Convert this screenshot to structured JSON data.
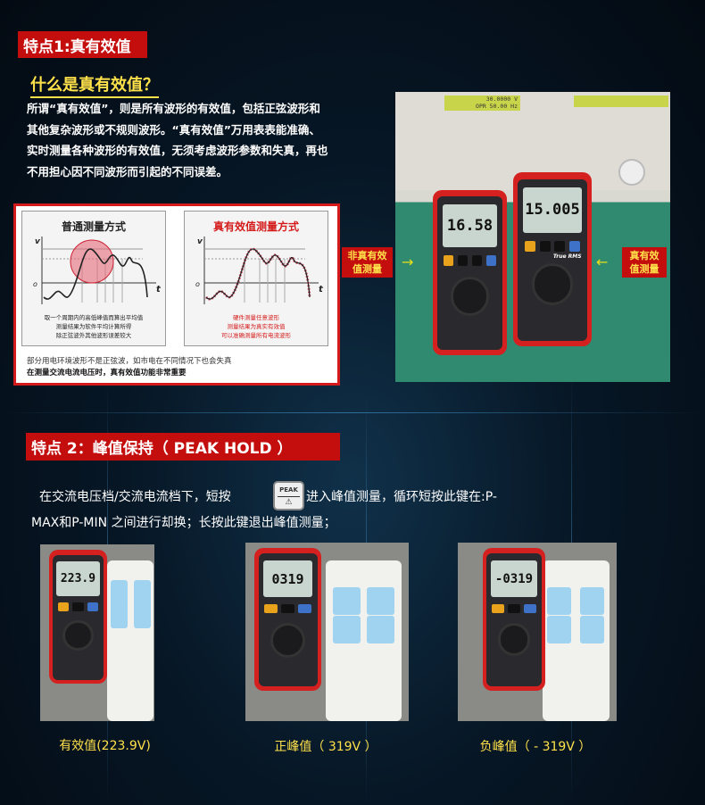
{
  "feature1": {
    "title": "特点1:真有效值",
    "question": "什么是真有效值？",
    "paragraph": [
      "所谓“真有效值”，则是所有波形的有效值，包括正弦波形和",
      "其他复杂波形或不规则波形。“真有效值”万用表表能准确、",
      "实时测量各种波形的有效值，无须考虑波形参数和失真，再也",
      "不用担心因不同波形而引起的不同误差。"
    ],
    "diagram": {
      "left": {
        "title": "普通测量方式",
        "axis_v": "v",
        "axis_o": "o",
        "axis_t": "t",
        "notes": [
          "取一个周期内的高低峰值而算出平均值",
          "测量结果为软件平均计算所得",
          "除正弦波外其他波形误差较大"
        ]
      },
      "right": {
        "title": "真有效值测量方式",
        "axis_v": "v",
        "axis_o": "o",
        "axis_t": "t",
        "notes": [
          "硬件测量任意波形",
          "测量结果为真实有效值",
          "可以准确测量所有电流波形"
        ]
      },
      "footer_line1": "部分用电环境波形不是正弦波，如市电在不同情况下也会失真",
      "footer_line2": "在测量交流电流电压时，真有效值功能非常重要"
    },
    "photo": {
      "generator_display": [
        "30.0000 V",
        "OPR 50.00 Hz"
      ],
      "left_meter_reading": "16.58",
      "right_meter_reading": "15.005",
      "right_meter_badge": "True RMS",
      "left_label": [
        "非真有效",
        "值测量"
      ],
      "right_label": [
        "真有效",
        "值测量"
      ],
      "arrow_color": "#e8e01a"
    }
  },
  "feature2": {
    "title": "特点 2：峰值保持（ PEAK HOLD ）",
    "line1_before": "在交流电压档/交流电流档下，短按",
    "peak_key": {
      "label": "PEAK",
      "symbol": "⚠"
    },
    "line1_after": "进入峰值测量，循环短按此键在:P-",
    "line2": "MAX和P-MIN 之间进行却换；长按此键退出峰值测量；",
    "photos": [
      {
        "reading": "223.9",
        "caption": "有效值(223.9V)"
      },
      {
        "reading": "0319",
        "caption": "正峰值（ 319V ）"
      },
      {
        "reading": "-0319",
        "caption": "负峰值（ - 319V ）"
      }
    ]
  },
  "colors": {
    "accent_red": "#c40d0d",
    "highlight_yellow": "#ffe14a",
    "background": "#071726"
  }
}
